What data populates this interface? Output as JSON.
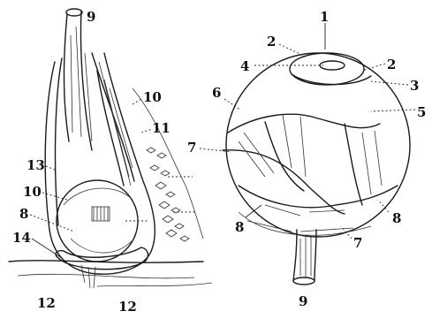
{
  "left_figure": {
    "labels": {
      "l9_top": "9",
      "l10_right": "10",
      "l11": "11",
      "l13": "13",
      "l10_left": "10",
      "l8": "8",
      "l14": "14",
      "l12_left": "12",
      "l12_right": "12"
    }
  },
  "right_figure": {
    "labels": {
      "l1": "1",
      "l2_top": "2",
      "l4": "4",
      "l2_right": "2",
      "l3": "3",
      "l6": "6",
      "l5": "5",
      "l7_left": "7",
      "l8_left": "8",
      "l8_right": "8",
      "l7_bottom": "7",
      "l9_bottom": "9"
    }
  }
}
